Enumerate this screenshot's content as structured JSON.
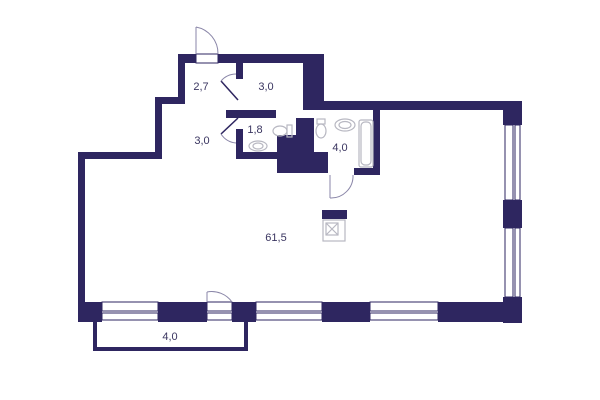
{
  "colors": {
    "wall": "#2e2660",
    "fixture": "#b8b8c2",
    "background": "#ffffff",
    "label": "#3a3560"
  },
  "rooms": [
    {
      "id": "hall-upper",
      "area": "2,7"
    },
    {
      "id": "storage",
      "area": "3,0"
    },
    {
      "id": "hall-lower",
      "area": "3,0"
    },
    {
      "id": "wc",
      "area": "1,8"
    },
    {
      "id": "bathroom",
      "area": "4,0"
    },
    {
      "id": "living-room",
      "area": "61,5"
    },
    {
      "id": "balcony",
      "area": "4,0"
    }
  ]
}
